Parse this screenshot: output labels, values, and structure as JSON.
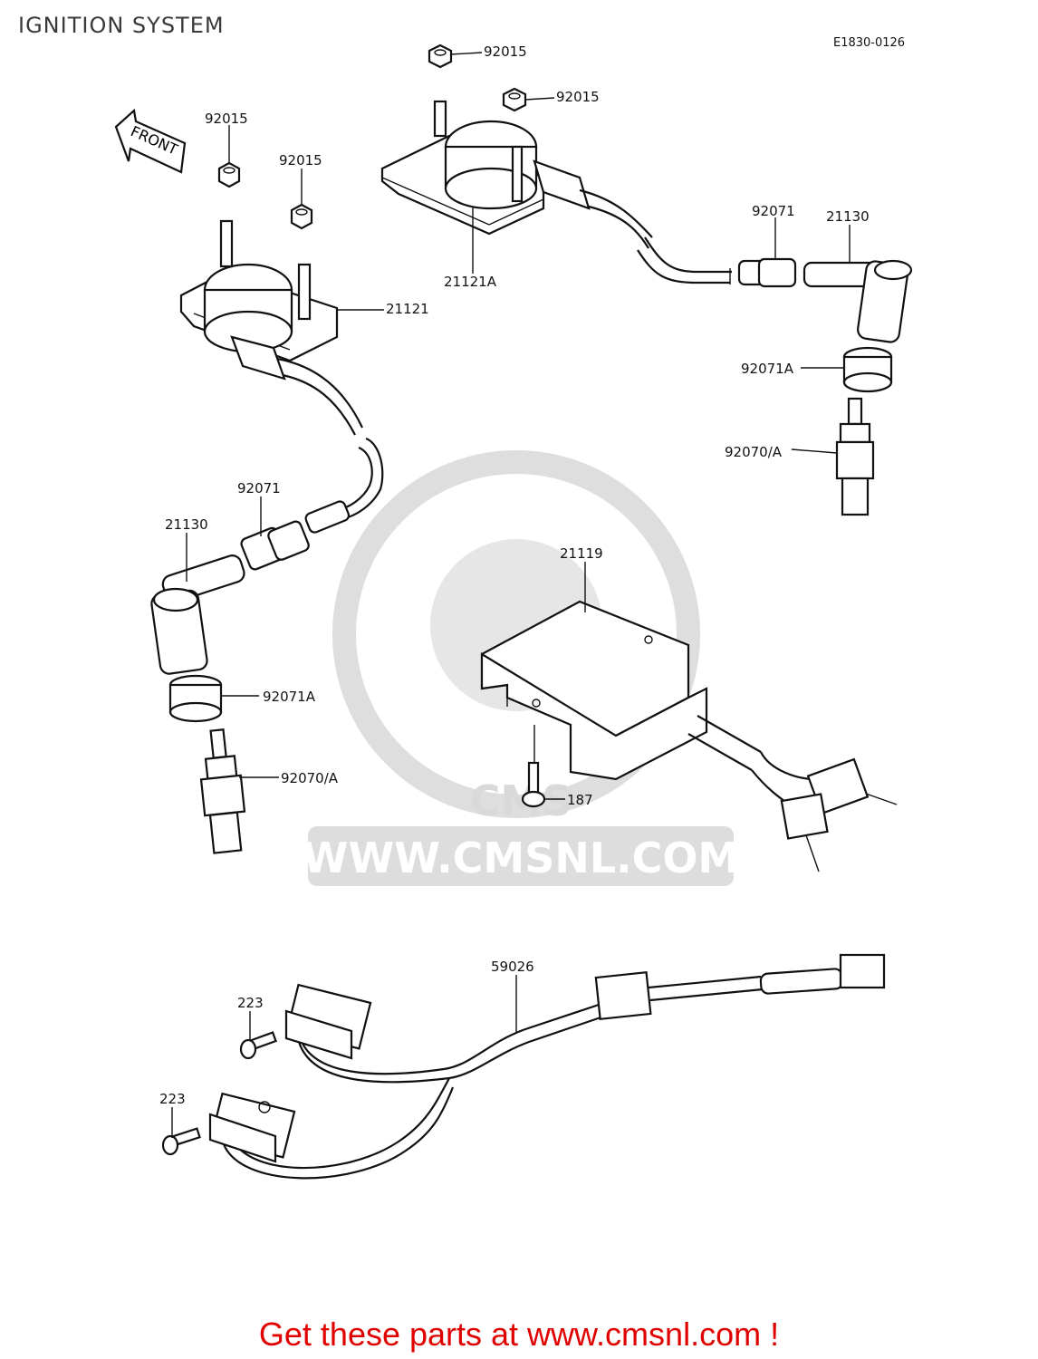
{
  "header": {
    "title": "IGNITION SYSTEM",
    "diagram_code": "E1830-0126"
  },
  "front_arrow": {
    "label": "FRONT"
  },
  "callouts": {
    "nut_top_a": "92015",
    "nut_top_b": "92015",
    "nut_left_a": "92015",
    "nut_left_b": "92015",
    "coil_left": "21121",
    "coil_right": "21121A",
    "cap_right_seal": "92071",
    "cap_right": "21130",
    "cap_right_ring": "92071A",
    "plug_right": "92070/A",
    "cap_left_seal": "92071",
    "cap_left": "21130",
    "cap_left_ring": "92071A",
    "plug_left": "92070/A",
    "igniter": "21119",
    "igniter_bolt": "187",
    "harness": "59026",
    "pickup_bolt_a": "223",
    "pickup_bolt_b": "223"
  },
  "watermark": {
    "text": "WWW.CMSNL.COM",
    "logo": "CMS"
  },
  "footer": {
    "text": "Get these parts at www.cmsnl.com !"
  },
  "colors": {
    "footer": "#e00000",
    "line": "#111111",
    "watermark": "#d9d9d9"
  }
}
